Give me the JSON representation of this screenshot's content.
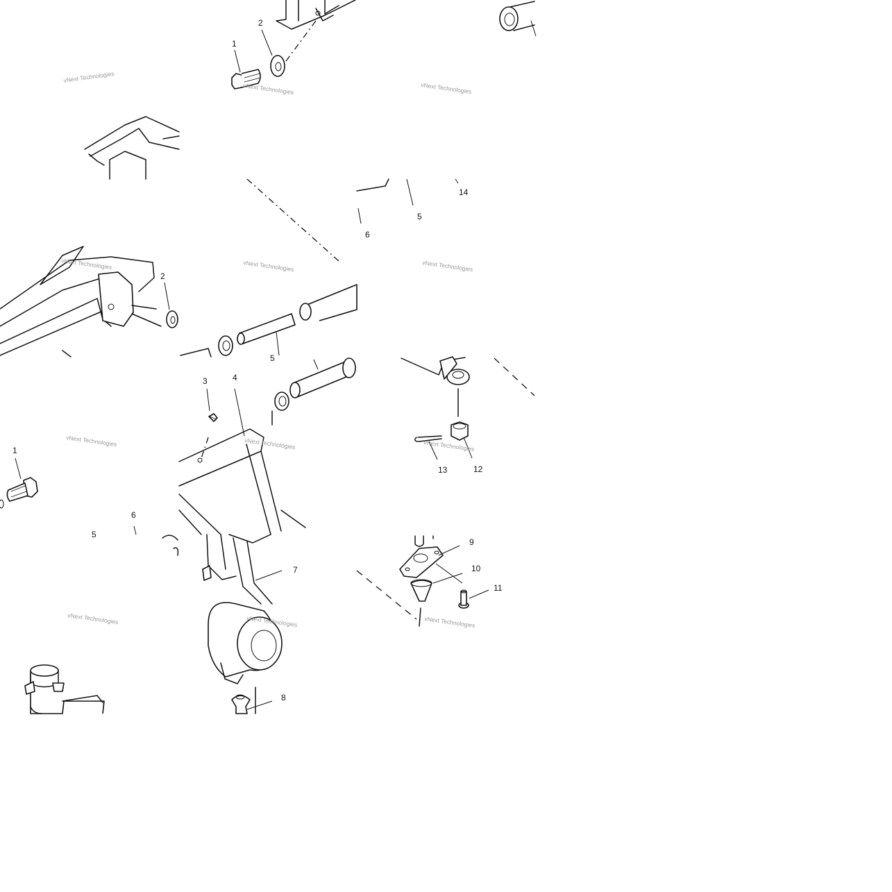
{
  "watermark": "vNext Technologies",
  "callouts": {
    "c1_top": "1",
    "c2_top": "2",
    "c14": "14",
    "c5_top": "5",
    "c6_top": "6",
    "c2_mid": "2",
    "c5_mid": "5",
    "c3": "3",
    "c4": "4",
    "c1_mid": "1",
    "c13": "13",
    "c12": "12",
    "c6_low": "6",
    "c5_low": "5",
    "c9": "9",
    "c7": "7",
    "c10": "10",
    "c11": "11",
    "c8": "8"
  }
}
